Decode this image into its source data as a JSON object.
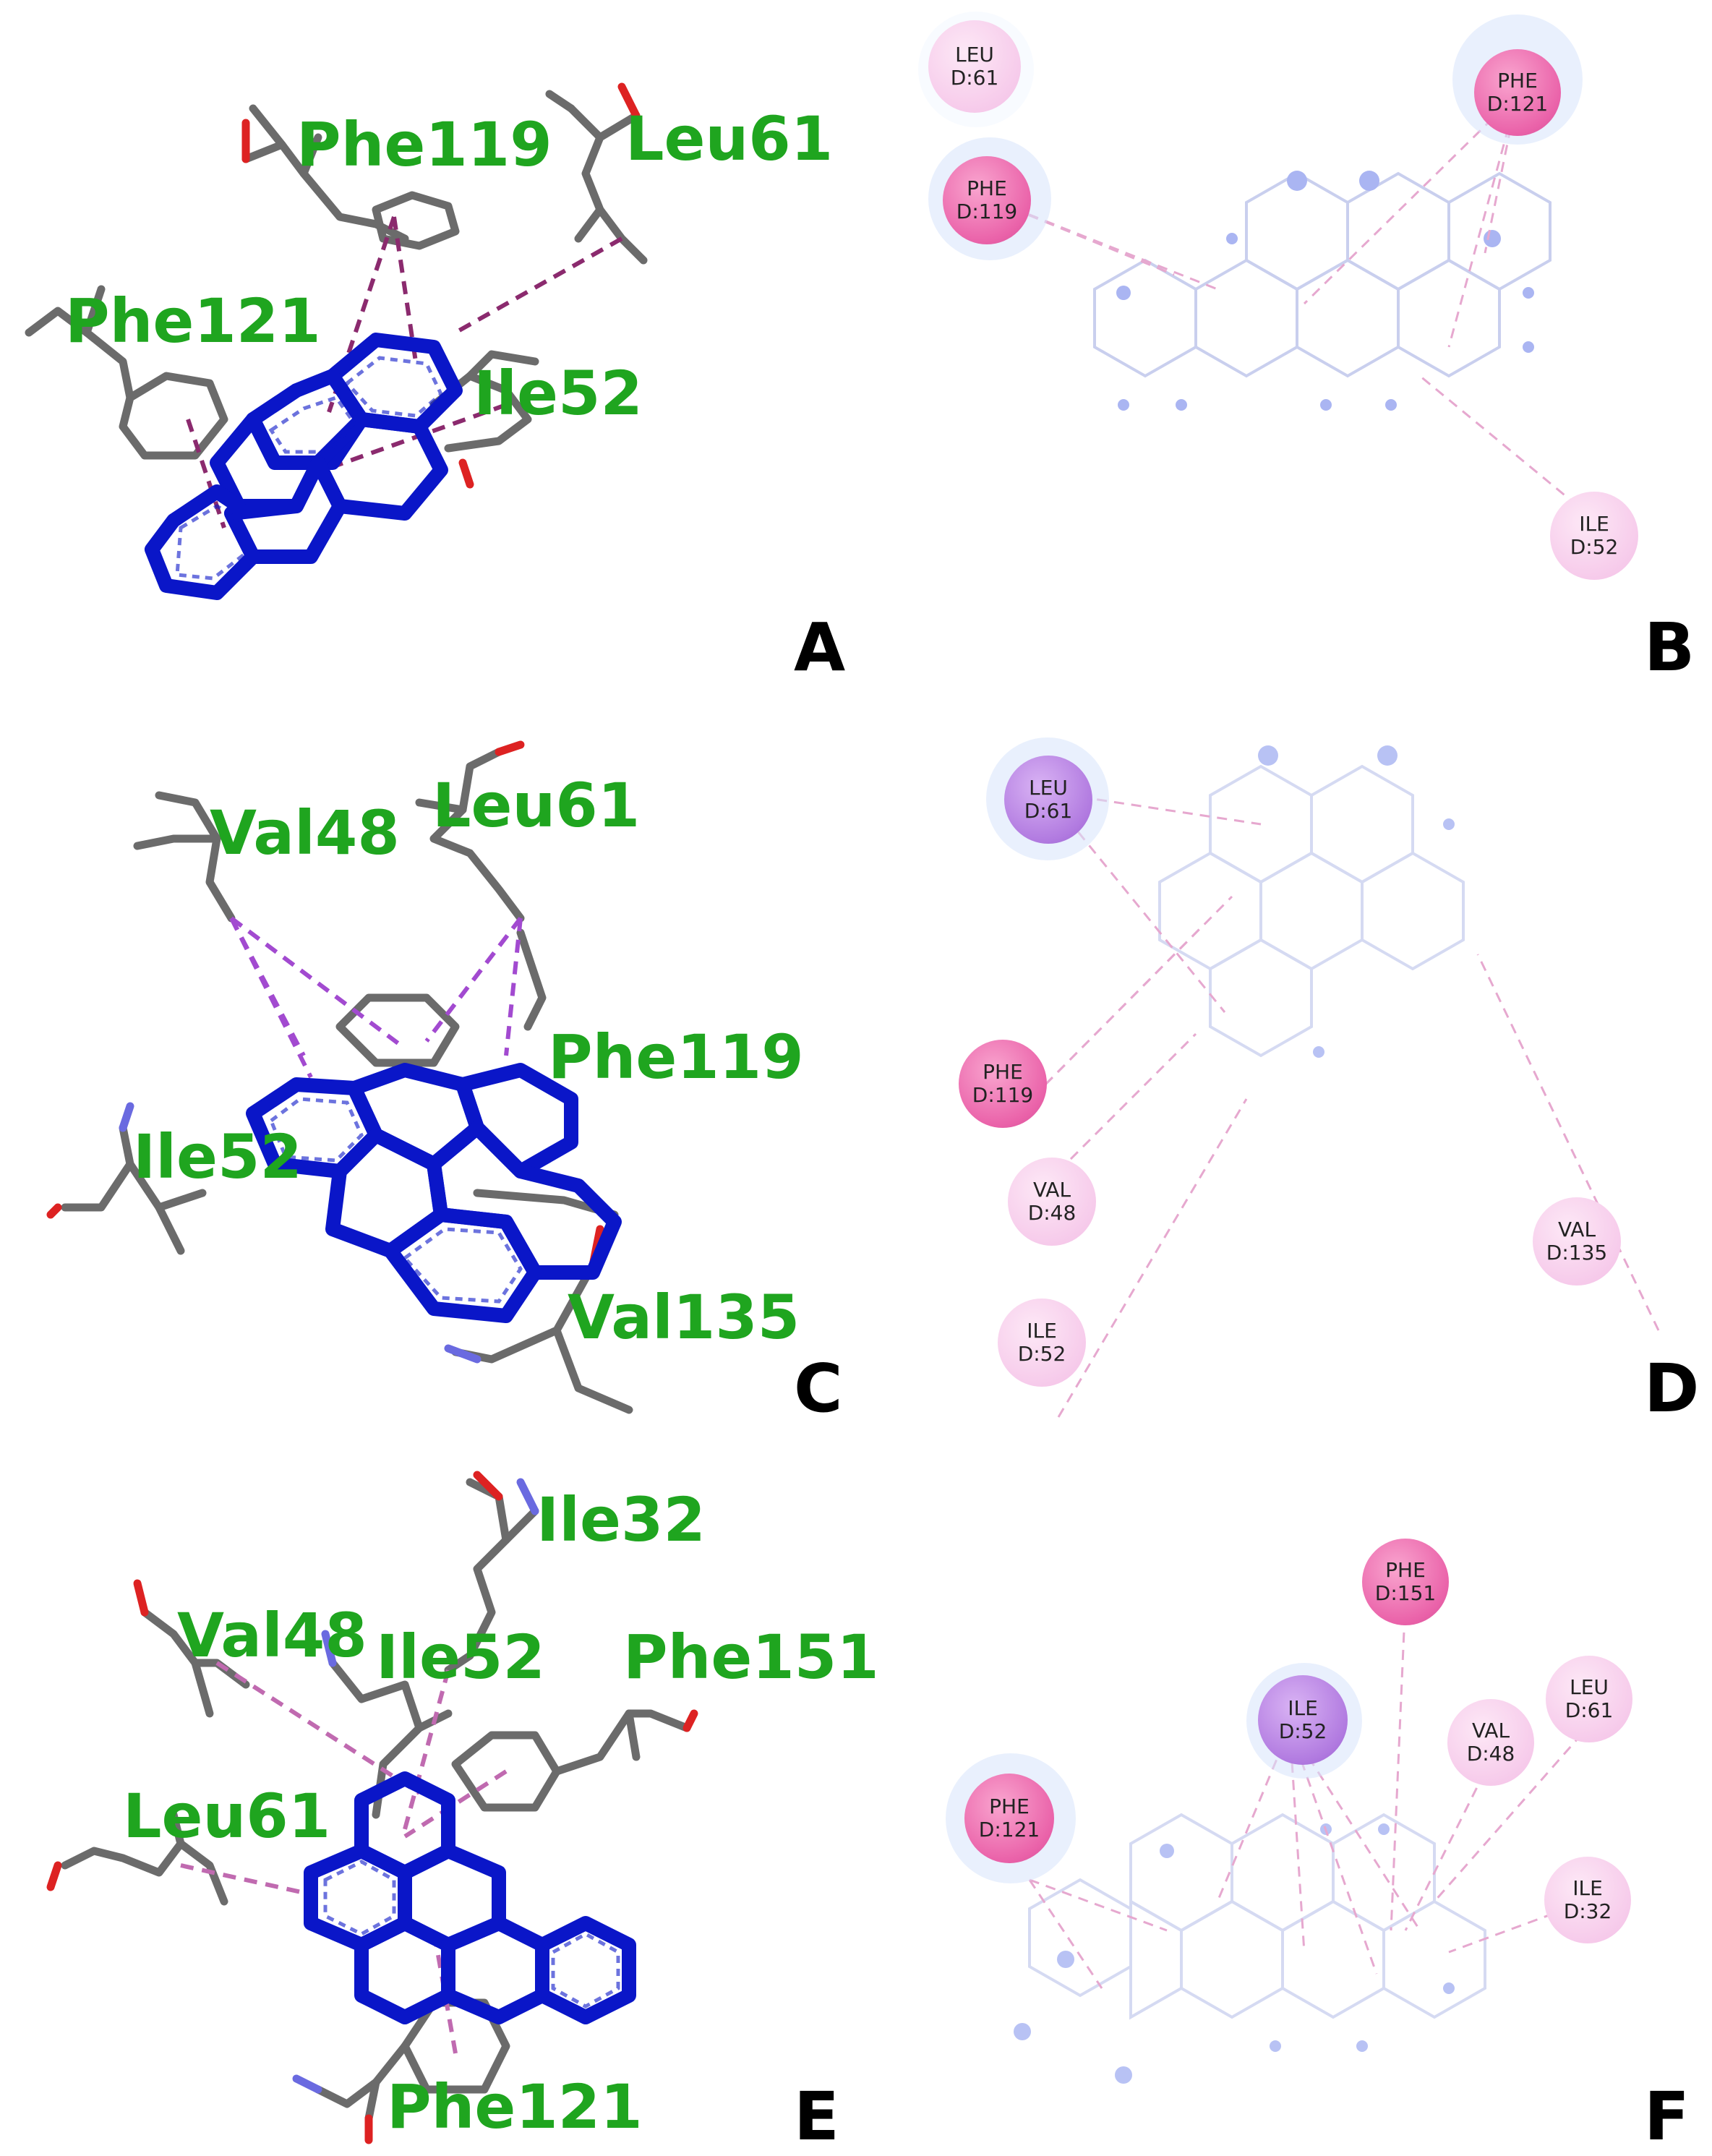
{
  "colors": {
    "ligand": "#0a16c8",
    "residue_stick": "#6b6b6b",
    "label_green": "#1fa51f",
    "pi_pi_node": "#ea62a9",
    "pi_alkyl_node": "#f6c9ea",
    "pi_sigma_node": "#b17ae0",
    "contact_dash": "#8b2a6e"
  },
  "panels": {
    "A": {
      "letter": "A",
      "labels": [
        "Phe119",
        "Leu61",
        "Phe121",
        "Ile52"
      ]
    },
    "B": {
      "letter": "B",
      "nodes": [
        {
          "res": "LEU",
          "id": "D:61",
          "type": "alkyl"
        },
        {
          "res": "PHE",
          "id": "D:121",
          "type": "pi-pi"
        },
        {
          "res": "PHE",
          "id": "D:119",
          "type": "pi-pi"
        },
        {
          "res": "ILE",
          "id": "D:52",
          "type": "alkyl"
        }
      ]
    },
    "C": {
      "letter": "C",
      "labels": [
        "Val48",
        "Leu61",
        "Phe119",
        "Ile52",
        "Val135"
      ]
    },
    "D": {
      "letter": "D",
      "nodes": [
        {
          "res": "LEU",
          "id": "D:61",
          "type": "sigma"
        },
        {
          "res": "PHE",
          "id": "D:119",
          "type": "pi-pi"
        },
        {
          "res": "VAL",
          "id": "D:48",
          "type": "alkyl"
        },
        {
          "res": "VAL",
          "id": "D:135",
          "type": "alkyl"
        },
        {
          "res": "ILE",
          "id": "D:52",
          "type": "alkyl"
        }
      ]
    },
    "E": {
      "letter": "E",
      "labels": [
        "Ile32",
        "Val48",
        "Ile52",
        "Phe151",
        "Leu61",
        "Phe121"
      ]
    },
    "F": {
      "letter": "F",
      "nodes": [
        {
          "res": "PHE",
          "id": "D:151",
          "type": "pi-pi"
        },
        {
          "res": "ILE",
          "id": "D:52",
          "type": "sigma"
        },
        {
          "res": "LEU",
          "id": "D:61",
          "type": "alkyl"
        },
        {
          "res": "VAL",
          "id": "D:48",
          "type": "alkyl"
        },
        {
          "res": "PHE",
          "id": "D:121",
          "type": "pi-pi"
        },
        {
          "res": "ILE",
          "id": "D:32",
          "type": "alkyl"
        }
      ]
    }
  }
}
